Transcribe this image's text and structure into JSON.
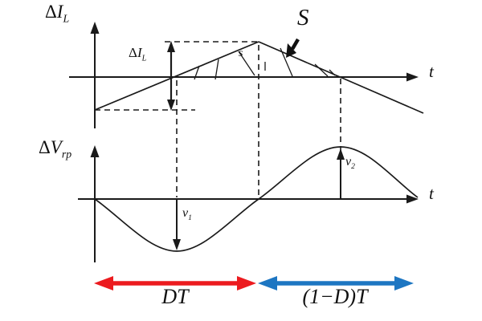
{
  "figure": {
    "background": "#ffffff",
    "line_color": "#1a1a1a",
    "top_plot": {
      "y_axis_label": {
        "prefix": "Δ",
        "main": "I",
        "sub": "L"
      },
      "ripple_amplitude_label": {
        "prefix": "Δ",
        "main": "I",
        "sub": "L"
      },
      "t_axis_label": "t",
      "area_label": "S",
      "area_label_small": "s",
      "waveform": "triangular inductor-current ripple rising during DT to a peak, falling during (1−D)T; area above the time axis is hatched and marked S"
    },
    "bottom_plot": {
      "y_axis_label": {
        "prefix": "Δ",
        "main": "V",
        "sub": "rp"
      },
      "t_axis_label": "t",
      "v1_label": {
        "main": "v",
        "sub": "1"
      },
      "v2_label": {
        "main": "v",
        "sub": "2"
      },
      "waveform": "sinusoidal voltage ripple with minimum v1 during DT and maximum v2 during (1−D)T"
    },
    "intervals": {
      "dt": {
        "label": "DT",
        "color": "#ec1b1f"
      },
      "one_minus_dt": {
        "label": "(1−D)T",
        "color": "#1d76c2"
      }
    }
  }
}
